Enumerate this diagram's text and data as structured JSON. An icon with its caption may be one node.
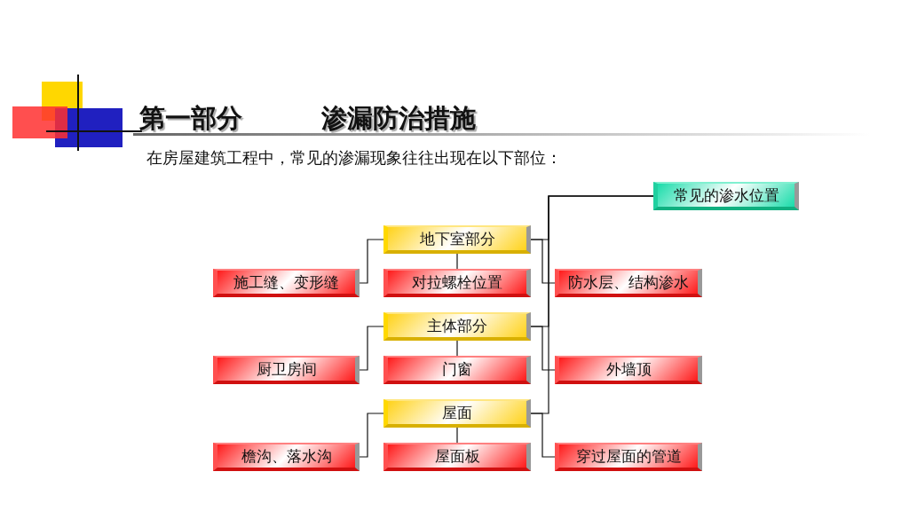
{
  "diagram": {
    "title": "第一部分",
    "nodes": [
      {
        "text": [
          "常见的渗水位置"
        ]
      },
      {
        "text": [
          "地下室部分"
        ]
      },
      {
        "text": [
          "施工缝、变形缝"
        ]
      },
      {
        "text": [
          "对拉螺栓位置"
        ]
      },
      {
        "text": [
          "防水层、结构渗水"
        ]
      },
      {
        "text": [
          "主体部分"
        ]
      },
      {
        "text": [
          "厨卫房间"
        ]
      },
      {
        "text": [
          "门窗"
        ]
      },
      {
        "text": [
          "外墙顶"
        ]
      },
      {
        "text": [
          "屋面"
        ]
      },
      {
        "text": [
          "檐沟、落水沟"
        ]
      },
      {
        "text": [
          "屋面板"
        ]
      },
      {
        "text": [
          "穿过屋面的管道"
        ]
      }
    ],
    "edges": [
      {
        "from": 0,
        "to": 1,
        "arrow": "none"
      },
      {
        "from": 0,
        "to": 5,
        "arrow": "none"
      },
      {
        "from": 0,
        "to": 9,
        "arrow": "none"
      },
      {
        "from": 1,
        "to": 2,
        "arrow": "none"
      },
      {
        "from": 1,
        "to": 3,
        "arrow": "none"
      },
      {
        "from": 1,
        "to": 4,
        "arrow": "none"
      },
      {
        "from": 5,
        "to": 6,
        "arrow": "none"
      },
      {
        "from": 5,
        "to": 7,
        "arrow": "none"
      },
      {
        "from": 5,
        "to": 8,
        "arrow": "none"
      },
      {
        "from": 9,
        "to": 10,
        "arrow": "none"
      },
      {
        "from": 9,
        "to": 11,
        "arrow": "none"
      },
      {
        "from": 9,
        "to": 12,
        "arrow": "none"
      }
    ],
    "labels": [
      "渗漏防治措施",
      "在房屋建筑工程中，常见的渗漏现象往往出现在以下部位："
    ]
  }
}
